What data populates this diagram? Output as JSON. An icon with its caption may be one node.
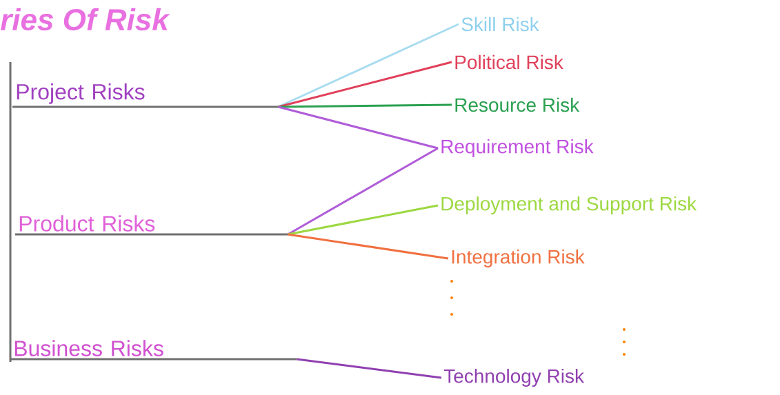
{
  "diagram": {
    "title": "ries Of Risk",
    "nodes": [
      {
        "text": [
          "Project Risks"
        ]
      },
      {
        "text": [
          "Product Risks"
        ]
      },
      {
        "text": [
          "Business Risks"
        ]
      },
      {
        "text": [
          "Skill Risk"
        ]
      },
      {
        "text": [
          "Political Risk"
        ]
      },
      {
        "text": [
          "Resource Risk"
        ]
      },
      {
        "text": [
          "Requirement Risk"
        ]
      },
      {
        "text": [
          "Deployment and Support Risk"
        ]
      },
      {
        "text": [
          "Integration Risk"
        ]
      },
      {
        "text": [
          "Technology Risk"
        ]
      }
    ],
    "edges": [
      {
        "from": 0,
        "to": 3,
        "arrow": "none",
        "color": "#a8dcf0"
      },
      {
        "from": 0,
        "to": 4,
        "arrow": "none",
        "color": "#e0405a"
      },
      {
        "from": 0,
        "to": 5,
        "arrow": "none",
        "color": "#2aa050"
      },
      {
        "from": 0,
        "to": 6,
        "arrow": "none",
        "color": "#b05cd8"
      },
      {
        "from": 1,
        "to": 6,
        "arrow": "none",
        "color": "#b05cd8"
      },
      {
        "from": 1,
        "to": 7,
        "arrow": "none",
        "color": "#9cd840"
      },
      {
        "from": 1,
        "to": 8,
        "arrow": "none",
        "color": "#f07040"
      },
      {
        "from": 2,
        "to": 9,
        "arrow": "none",
        "color": "#9040b0"
      }
    ]
  }
}
